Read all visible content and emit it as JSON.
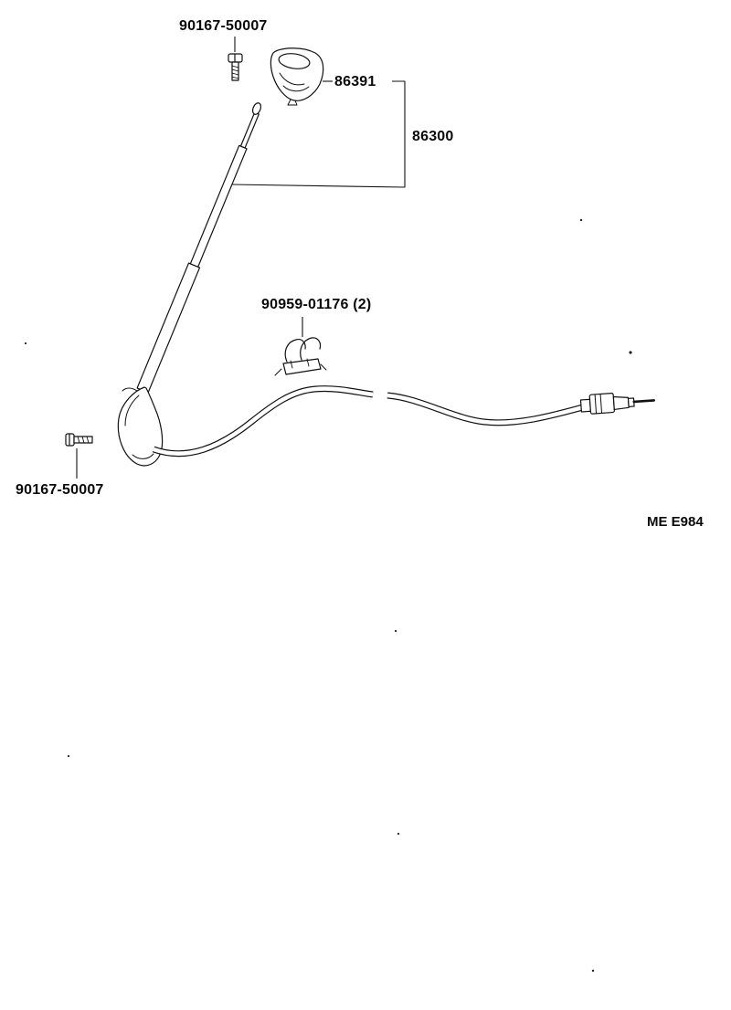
{
  "diagram": {
    "code": "ME E984",
    "background": "#ffffff",
    "line_color": "#111111",
    "labels": {
      "screw_top": "90167-50007",
      "bezel": "86391",
      "antenna_assembly": "86300",
      "clamp": "90959-01176 (2)",
      "screw_bottom": "90167-50007"
    }
  }
}
